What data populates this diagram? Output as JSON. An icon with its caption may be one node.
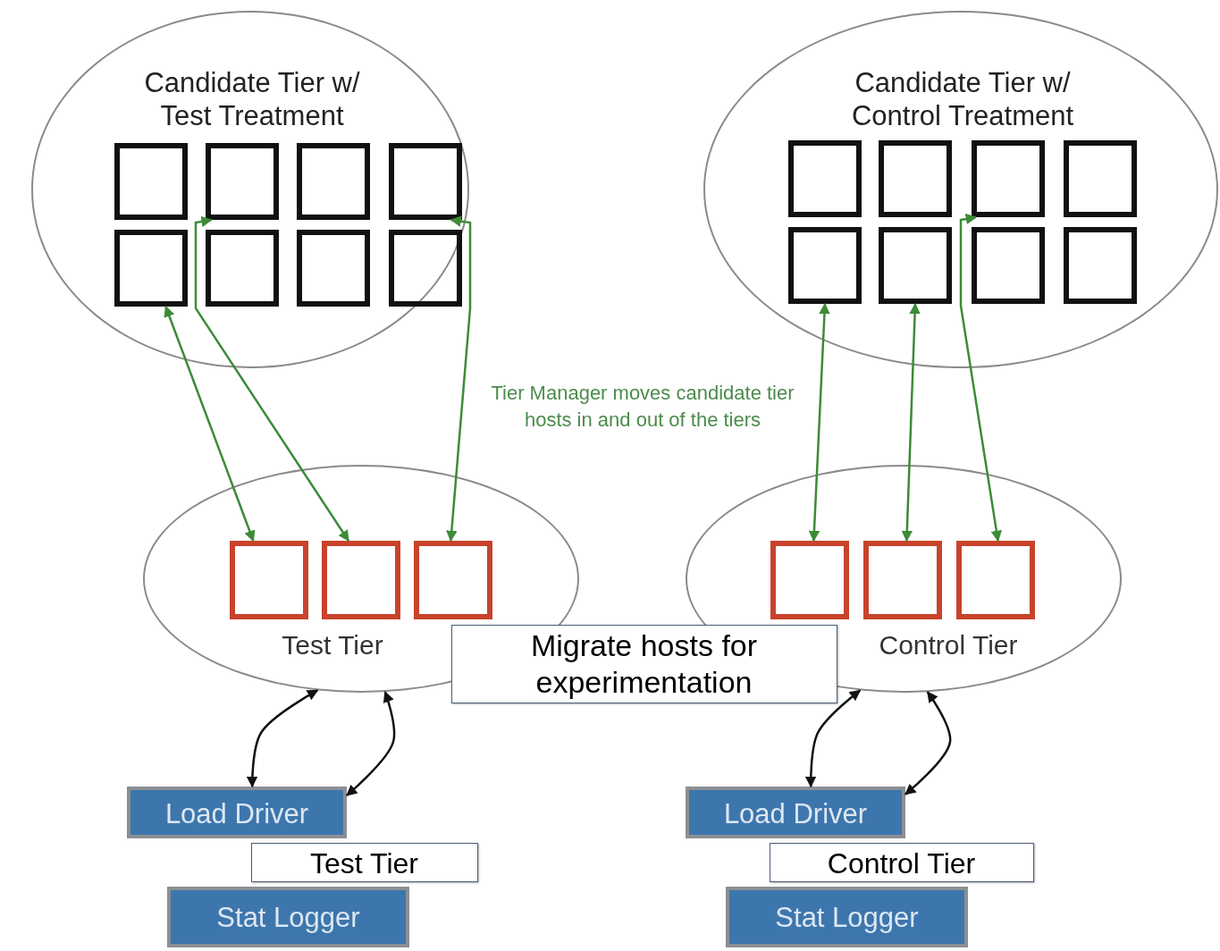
{
  "diagram": {
    "nodes": [
      {
        "text": [
          "Candidate Tier w/ Test Treatment"
        ]
      },
      {
        "text": [],
        "shape": "box",
        "in": 0
      },
      {
        "text": [],
        "shape": "box",
        "in": 0
      },
      {
        "text": [],
        "shape": "box",
        "in": 0
      },
      {
        "text": [],
        "shape": "box",
        "in": 0
      },
      {
        "text": [],
        "shape": "box",
        "in": 0
      },
      {
        "text": [],
        "shape": "box",
        "in": 0
      },
      {
        "text": [],
        "shape": "box",
        "in": 0
      },
      {
        "text": [],
        "shape": "box",
        "in": 0
      },
      {
        "text": [
          "Candidate Tier w/ Control Treatment"
        ]
      },
      {
        "text": [],
        "shape": "box",
        "in": 9
      },
      {
        "text": [],
        "shape": "box",
        "in": 9
      },
      {
        "text": [],
        "shape": "box",
        "in": 9
      },
      {
        "text": [],
        "shape": "box",
        "in": 9
      },
      {
        "text": [],
        "shape": "box",
        "in": 9
      },
      {
        "text": [],
        "shape": "box",
        "in": 9
      },
      {
        "text": [],
        "shape": "box",
        "in": 9
      },
      {
        "text": [],
        "shape": "box",
        "in": 9
      },
      {
        "text": [
          "Test Tier"
        ]
      },
      {
        "text": [],
        "shape": "box",
        "in": 18
      },
      {
        "text": [],
        "shape": "box",
        "in": 18
      },
      {
        "text": [],
        "shape": "box",
        "in": 18
      },
      {
        "text": [
          "Control Tier"
        ]
      },
      {
        "text": [],
        "shape": "box",
        "in": 22
      },
      {
        "text": [],
        "shape": "box",
        "in": 22
      },
      {
        "text": [],
        "shape": "box",
        "in": 22
      },
      {
        "text": [
          "Load Driver"
        ]
      },
      {
        "text": [
          "Stat Logger"
        ]
      },
      {
        "text": [
          "Test Tier"
        ]
      },
      {
        "text": [
          "Load Driver"
        ]
      },
      {
        "text": [
          "Stat Logger"
        ]
      },
      {
        "text": [
          "Control Tier"
        ]
      },
      {
        "text": [
          "Migrate hosts for experimentation"
        ]
      }
    ],
    "edges": [
      {
        "from": 5,
        "to": 19,
        "arrow": "both"
      },
      {
        "from": 2,
        "to": 20,
        "arrow": "both"
      },
      {
        "from": 4,
        "to": 21,
        "arrow": "both"
      },
      {
        "from": 14,
        "to": 23,
        "arrow": "both"
      },
      {
        "from": 15,
        "to": 24,
        "arrow": "both"
      },
      {
        "from": 12,
        "to": 25,
        "arrow": "both"
      },
      {
        "from": 18,
        "to": 26,
        "arrow": "both",
        "color": "#111111"
      },
      {
        "from": 18,
        "to": 26,
        "arrow": "both",
        "color": "#111111"
      },
      {
        "from": 22,
        "to": 29,
        "arrow": "both",
        "color": "#111111"
      },
      {
        "from": 22,
        "to": 29,
        "arrow": "both",
        "color": "#111111"
      }
    ],
    "labels": [
      "Tier Manager moves candidate tier hosts in and out of the tiers"
    ]
  }
}
